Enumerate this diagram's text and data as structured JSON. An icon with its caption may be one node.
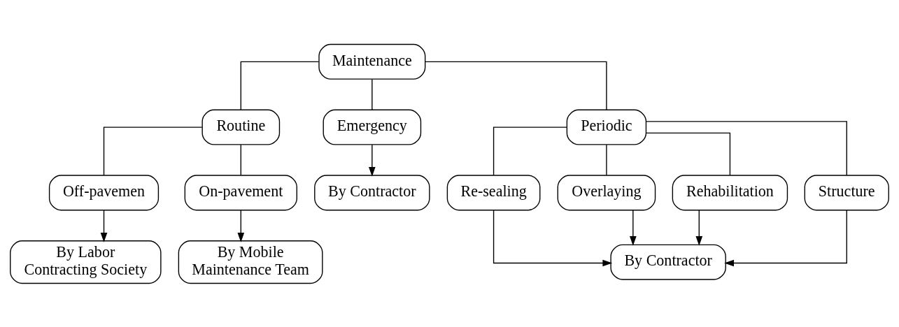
{
  "diagram": {
    "nodes": [
      {
        "text": [
          "Maintenance"
        ]
      },
      {
        "text": [
          "Routine"
        ]
      },
      {
        "text": [
          "Emergency"
        ]
      },
      {
        "text": [
          "Periodic"
        ]
      },
      {
        "text": [
          "By Contractor"
        ]
      },
      {
        "text": [
          "Off-pavemen"
        ]
      },
      {
        "text": [
          "On-pavement"
        ]
      },
      {
        "text": [
          "Re-sealing"
        ]
      },
      {
        "text": [
          "Overlaying"
        ]
      },
      {
        "text": [
          "Rehabilitation"
        ]
      },
      {
        "text": [
          "Structure"
        ]
      },
      {
        "text": [
          "By Labor Contracting Society"
        ]
      },
      {
        "text": [
          "By Mobile Maintenance Team"
        ]
      },
      {
        "text": [
          "By Contractor"
        ]
      }
    ],
    "edges": [
      {
        "from": 0,
        "to": 1,
        "arrow": "none"
      },
      {
        "from": 0,
        "to": 2,
        "arrow": "none"
      },
      {
        "from": 0,
        "to": 3,
        "arrow": "none"
      },
      {
        "from": 2,
        "to": 4,
        "arrow": "to"
      },
      {
        "from": 1,
        "to": 5,
        "arrow": "none"
      },
      {
        "from": 1,
        "to": 6,
        "arrow": "none"
      },
      {
        "from": 3,
        "to": 7,
        "arrow": "none"
      },
      {
        "from": 3,
        "to": 8,
        "arrow": "none"
      },
      {
        "from": 3,
        "to": 9,
        "arrow": "none"
      },
      {
        "from": 3,
        "to": 10,
        "arrow": "none"
      },
      {
        "from": 5,
        "to": 11,
        "arrow": "to"
      },
      {
        "from": 6,
        "to": 12,
        "arrow": "to"
      },
      {
        "from": 7,
        "to": 13,
        "arrow": "to"
      },
      {
        "from": 8,
        "to": 13,
        "arrow": "to"
      },
      {
        "from": 9,
        "to": 13,
        "arrow": "to"
      },
      {
        "from": 10,
        "to": 13,
        "arrow": "to"
      }
    ]
  }
}
